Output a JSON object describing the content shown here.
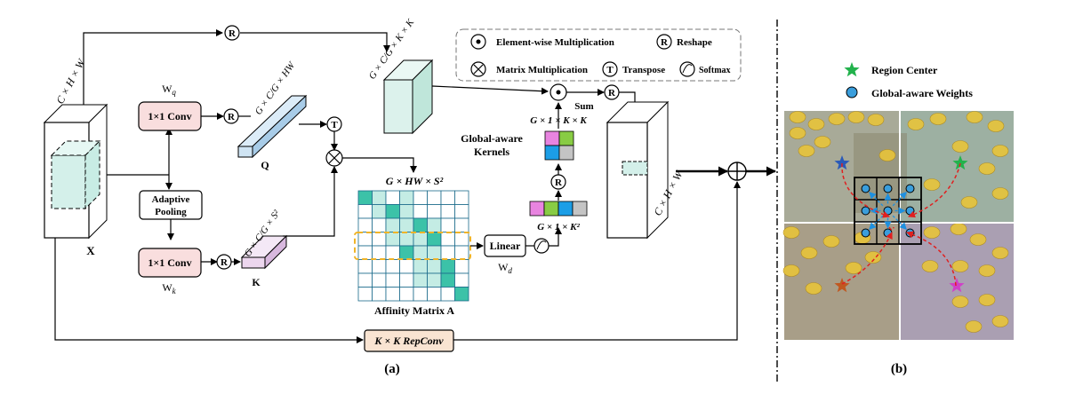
{
  "panel_a": {
    "label": "(a)",
    "input_label": "X",
    "input_dim": "C × H × W",
    "wq_label": "W",
    "wq_sub": "q",
    "wk_label": "W",
    "wk_sub": "k",
    "wd_label": "W",
    "wd_sub": "d",
    "conv_q": "1×1 Conv",
    "conv_k": "1×1 Conv",
    "adaptive_pool_1": "Adaptive",
    "adaptive_pool_2": "Pooling",
    "q_label": "Q",
    "k_label": "K",
    "q_dim": "G × C/G × HW",
    "k_dim": "G × C/G × S²",
    "v_dim": "G × C/G × K × K",
    "affinity_dim": "G × HW × S²",
    "affinity_label": "Affinity Matrix A",
    "linear_label": "Linear",
    "vec_dim": "G × 1 × K²",
    "kernel_dim": "G × 1 × K × K",
    "kernels_label_1": "Global-aware",
    "kernels_label_2": "Kernels",
    "sum_label": "Sum",
    "output_dim": "C × H × W",
    "repconv_label": "K × K RepConv",
    "symbol_r": "R",
    "symbol_t": "T",
    "legend": {
      "elementwise": "Element-wise Multiplication",
      "reshape": "Reshape",
      "matmul": "Matrix Multiplication",
      "transpose": "Transpose",
      "softmax": "Softmax"
    }
  },
  "panel_b": {
    "label": "(b)",
    "legend_region_center": "Region Center",
    "legend_weights": "Global-aware Weights"
  },
  "colors": {
    "conv_fill": "#f9dede",
    "q_fill": "#cfe4f3",
    "k_fill": "#ecd6ee",
    "v_fill": "#dcf2ec",
    "affinity_dark": "#3cc2a8",
    "affinity_light": "#c4ece4",
    "repconv_fill": "#f9e4d2",
    "kernel_pink": "#e884e0",
    "kernel_green": "#88cc44",
    "kernel_blue": "#1c9ee6",
    "kernel_gray": "#c4c4c4",
    "highlight_orange": "#f0b428",
    "star_green": "#22b24c",
    "star_blue": "#2a5ab8",
    "star_orange": "#c05820",
    "star_magenta": "#d040c8",
    "dot_blue": "#3a9edc"
  }
}
